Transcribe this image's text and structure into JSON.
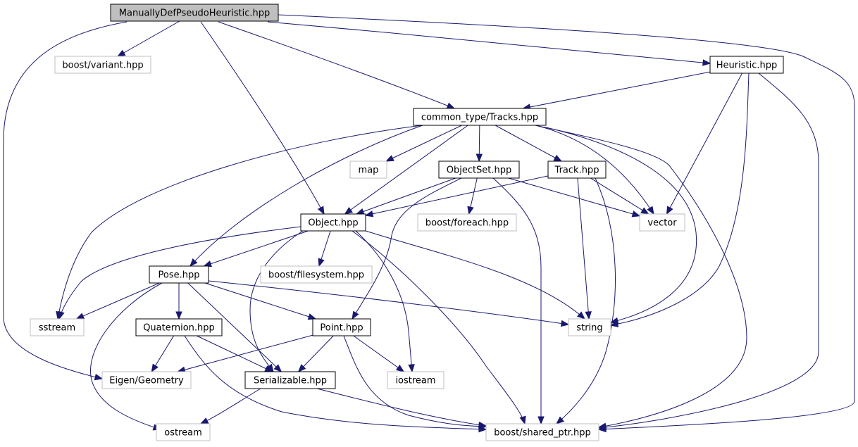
{
  "diagram": {
    "type": "include-dependency-graph",
    "colors": {
      "edge": "#191970",
      "root_fill": "#bfbfbf",
      "root_stroke": "#000000",
      "documented_stroke": "#000000",
      "external_stroke": "#bfbfbf",
      "external_text": "#000000"
    },
    "nodes": {
      "root": "ManuallyDefPseudoHeuristic.hpp",
      "variant": "boost/variant.hpp",
      "heuristic": "Heuristic.hpp",
      "tracks": "common_type/Tracks.hpp",
      "map": "map",
      "objectset": "ObjectSet.hpp",
      "track": "Track.hpp",
      "object": "Object.hpp",
      "foreach": "boost/foreach.hpp",
      "vector": "vector",
      "pose": "Pose.hpp",
      "filesystem": "boost/filesystem.hpp",
      "sstream": "sstream",
      "quaternion": "Quaternion.hpp",
      "point": "Point.hpp",
      "string": "string",
      "eigen": "Eigen/Geometry",
      "serializable": "Serializable.hpp",
      "iostream": "iostream",
      "ostream": "ostream",
      "shared_ptr": "boost/shared_ptr.hpp"
    },
    "edges": [
      [
        "root",
        "variant"
      ],
      [
        "root",
        "heuristic"
      ],
      [
        "root",
        "tracks"
      ],
      [
        "root",
        "object"
      ],
      [
        "root",
        "eigen"
      ],
      [
        "root",
        "shared_ptr"
      ],
      [
        "heuristic",
        "tracks"
      ],
      [
        "heuristic",
        "vector"
      ],
      [
        "heuristic",
        "string"
      ],
      [
        "heuristic",
        "shared_ptr"
      ],
      [
        "tracks",
        "map"
      ],
      [
        "tracks",
        "objectset"
      ],
      [
        "tracks",
        "track"
      ],
      [
        "tracks",
        "object"
      ],
      [
        "tracks",
        "pose"
      ],
      [
        "tracks",
        "sstream"
      ],
      [
        "tracks",
        "vector"
      ],
      [
        "tracks",
        "string"
      ],
      [
        "tracks",
        "shared_ptr"
      ],
      [
        "objectset",
        "object"
      ],
      [
        "objectset",
        "foreach"
      ],
      [
        "objectset",
        "vector"
      ],
      [
        "objectset",
        "point"
      ],
      [
        "objectset",
        "shared_ptr"
      ],
      [
        "track",
        "object"
      ],
      [
        "track",
        "vector"
      ],
      [
        "track",
        "string"
      ],
      [
        "track",
        "shared_ptr"
      ],
      [
        "object",
        "pose"
      ],
      [
        "object",
        "filesystem"
      ],
      [
        "object",
        "sstream"
      ],
      [
        "object",
        "string"
      ],
      [
        "object",
        "serializable"
      ],
      [
        "object",
        "iostream"
      ],
      [
        "object",
        "shared_ptr"
      ],
      [
        "pose",
        "sstream"
      ],
      [
        "pose",
        "quaternion"
      ],
      [
        "pose",
        "point"
      ],
      [
        "pose",
        "string"
      ],
      [
        "pose",
        "serializable"
      ],
      [
        "pose",
        "ostream"
      ],
      [
        "quaternion",
        "eigen"
      ],
      [
        "quaternion",
        "serializable"
      ],
      [
        "quaternion",
        "shared_ptr"
      ],
      [
        "point",
        "eigen"
      ],
      [
        "point",
        "serializable"
      ],
      [
        "point",
        "iostream"
      ],
      [
        "point",
        "shared_ptr"
      ],
      [
        "serializable",
        "ostream"
      ],
      [
        "serializable",
        "shared_ptr"
      ]
    ]
  }
}
